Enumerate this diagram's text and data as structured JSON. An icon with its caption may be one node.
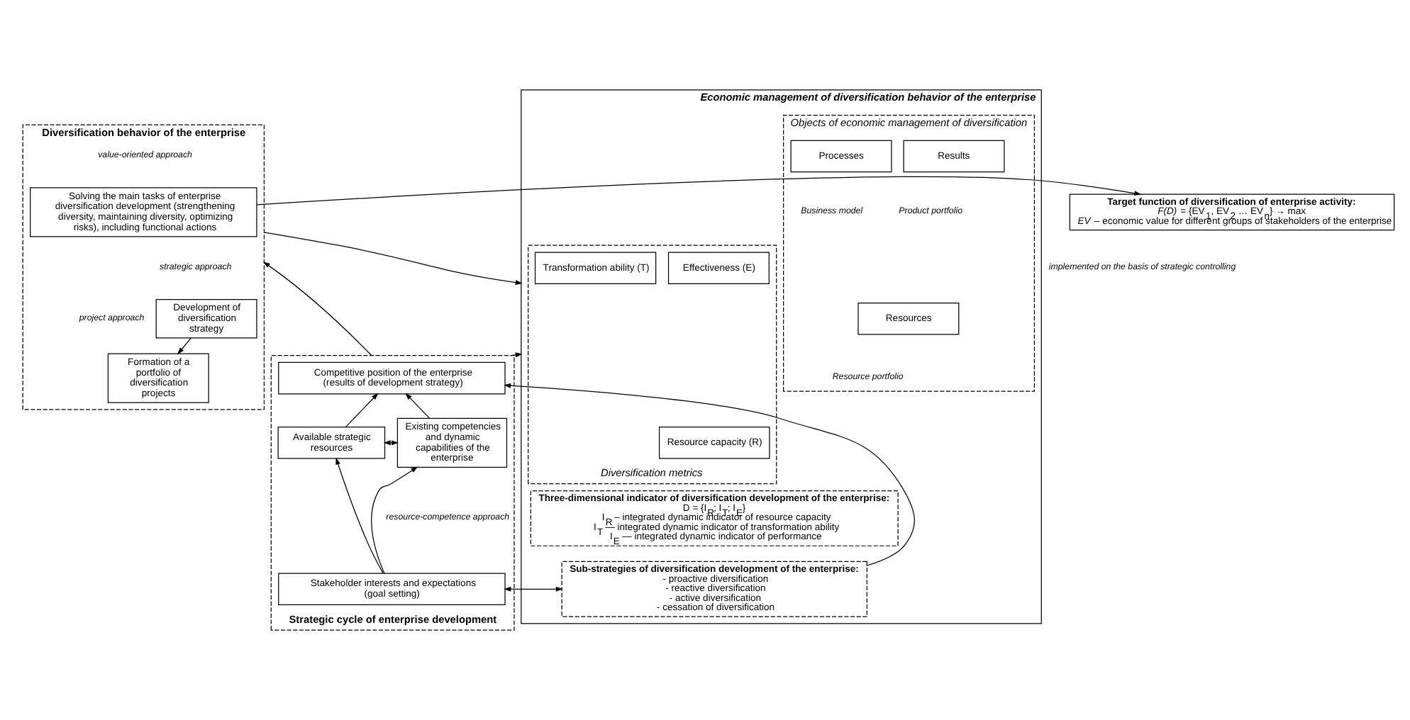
{
  "diagram": {
    "nodes": [
      {
        "text": [
          "Diversification behavior of the enterprise"
        ]
      },
      {
        "text": [
          "Solving the main tasks of enterprise diversification development (strengthening diversity, maintaining diversity, optimizing risks), including functional actions"
        ],
        "in": 0
      },
      {
        "text": [
          "Development of diversification strategy"
        ],
        "in": 0
      },
      {
        "text": [
          "Formation of a portfolio of diversification projects"
        ],
        "in": 0
      },
      {
        "text": [
          "Strategic cycle of enterprise development"
        ]
      },
      {
        "text": [
          "Competitive position of the enterprise (results of development strategy)"
        ],
        "in": 4
      },
      {
        "text": [
          "Existing competencies and dynamic capabilities of the enterprise"
        ],
        "in": 4
      },
      {
        "text": [
          "Available strategic resources"
        ],
        "in": 4
      },
      {
        "text": [
          "Stakeholder interests and expectations (goal setting)"
        ],
        "in": 4
      },
      {
        "text": [
          "Target function of diversification of enterprise activity:",
          "*F(D)* = {EV$_{1}$, EV$_{2}$ … EV$_{n}$} → max",
          "*EV* – economic value for different groups of stakeholders of the enterprise"
        ]
      },
      {
        "text": [
          "Economic management of diversification behavior of the enterprise"
        ]
      },
      {
        "text": [
          "Objects of economic management of diversification"
        ],
        "in": 10
      },
      {
        "text": [
          "Resources"
        ],
        "in": 11
      },
      {
        "text": [
          "Processes"
        ],
        "in": 11
      },
      {
        "text": [
          "Results"
        ],
        "in": 11
      },
      {
        "text": [
          "Diversification metrics"
        ],
        "in": 10
      },
      {
        "text": [
          "Resource capacity (R)"
        ],
        "in": 15
      },
      {
        "text": [
          "Transformation ability (T)"
        ],
        "in": 15
      },
      {
        "text": [
          "Effectiveness (E)"
        ],
        "in": 15
      },
      {
        "text": [
          "Three-dimensional indicator of diversification development of the enterprise:",
          "D = {I$_{R}$; I$_{T}$; I$_{E}$}",
          "I$_{R}$ – integrated dynamic indicator of resource capacity",
          "I$_{T}$ — integrated dynamic indicator of transformation ability",
          "I$_{E}$ — integrated dynamic indicator of performance"
        ],
        "in": 10
      },
      {
        "text": [
          "Sub-strategies of diversification development of the enterprise:",
          "- proactive diversification",
          "- reactive diversification",
          "- active diversification",
          "- cessation of diversification"
        ],
        "in": 10
      }
    ],
    "edges": [
      {
        "from": 1,
        "to": 9,
        "arrow": "to"
      },
      {
        "from": 0,
        "to": 10,
        "arrow": "to"
      },
      {
        "from": 2,
        "to": 3,
        "arrow": "to"
      },
      {
        "from": 4,
        "to": 0,
        "arrow": "to"
      },
      {
        "from": 4,
        "to": 10,
        "arrow": "to"
      },
      {
        "from": 20,
        "to": 5,
        "arrow": "to"
      },
      {
        "from": 8,
        "to": 20,
        "arrow": "both"
      },
      {
        "from": 6,
        "to": 5,
        "arrow": "to"
      },
      {
        "from": 7,
        "to": 5,
        "arrow": "to"
      },
      {
        "from": 6,
        "to": 7,
        "arrow": "both"
      },
      {
        "from": 8,
        "to": 6,
        "arrow": "to"
      },
      {
        "from": 8,
        "to": 7,
        "arrow": "to"
      }
    ],
    "labels": [
      "value-oriented approach",
      "strategic approach",
      "project approach",
      "implemented on the basis of strategic controlling",
      "Resource portfolio",
      "Business model",
      "Product portfolio",
      "resource-competence approach"
    ]
  }
}
